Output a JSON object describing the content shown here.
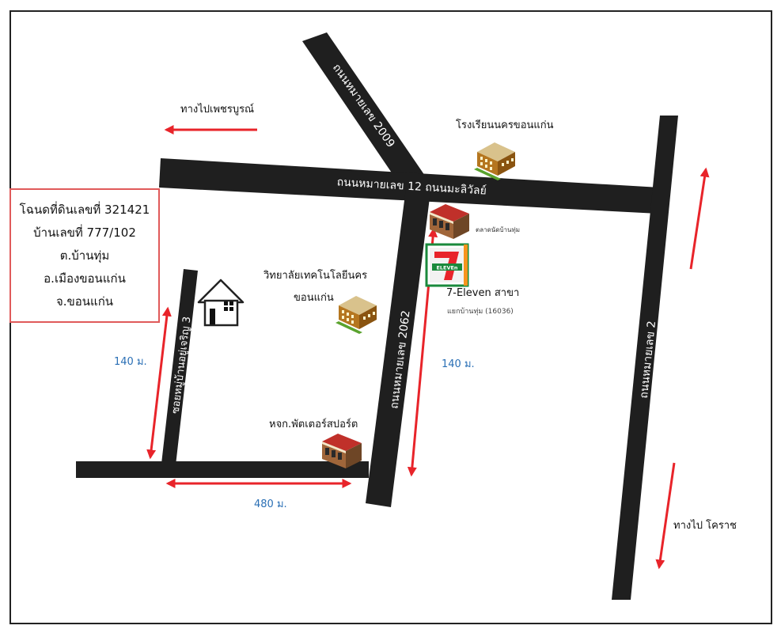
{
  "colors": {
    "road": "#1f1f1f",
    "arrow": "#e8242a",
    "distance_text": "#2a6fb5",
    "box_border": "#e05a5a"
  },
  "roads": {
    "hwy_2009": "ถนนหมายเลข 2009",
    "hwy_12": "ถนนหมายเลข 12 ถนนมะลิวัลย์",
    "hwy_2062": "ถนนหมายเลข 2062",
    "soi_3": "ซอยหมู่บ้านอยู่เจริญ 3",
    "hwy_2": "ถนนหมายเลข 2"
  },
  "directions": {
    "to_phetchabun": "ทางไปเพชรบูรณ์",
    "to_korat": "ทางไป โคราช"
  },
  "landmarks": {
    "school": "โรงเรียนนครขอนแก่น",
    "market": "ตลาดนัดบ้านทุ่ม",
    "college_line1": "วิทยาลัยเทคโนโลยีนคร",
    "college_line2": "ขอนแก่น",
    "seven_eleven_line1": "7-Eleven สาขา",
    "seven_eleven_line2": "แยกบ้านทุ่ม (16036)",
    "shop": "หจก.พัตเตอร์สปอร์ต",
    "seven_logo_text": "ELEVEn"
  },
  "distances": {
    "left_vertical": "140 ม.",
    "right_vertical": "140 ม.",
    "bottom_horizontal": "480 ม."
  },
  "info_box": {
    "line1": "โฉนดที่ดินเลขที่ 321421",
    "line2": "บ้านเลขที่ 777/102",
    "line3": "ต.บ้านทุ่ม",
    "line4": "อ.เมืองขอนแก่น",
    "line5": "จ.ขอนแก่น"
  }
}
